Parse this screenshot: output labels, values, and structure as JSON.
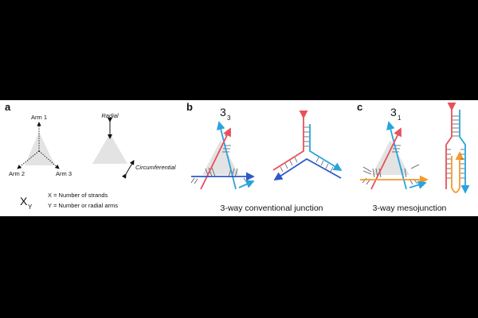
{
  "panels": {
    "a": {
      "letter": "a",
      "arm1": "Arm 1",
      "arm2": "Arm 2",
      "arm3": "Arm 3",
      "radial": "Radial",
      "circumferential": "Circumferential",
      "notation_main": "X",
      "notation_sub": "Y",
      "legend_x": "X = Number of strands",
      "legend_y": "Y = Number or radial arms"
    },
    "b": {
      "letter": "b",
      "notation_main": "3",
      "notation_sub": "3",
      "caption": "3-way conventional junction"
    },
    "c": {
      "letter": "c",
      "notation_main": "3",
      "notation_sub": "1",
      "caption": "3-way mesojunction"
    }
  },
  "colors": {
    "red": "#e8505b",
    "blue": "#29a3dc",
    "dark_blue": "#2e57c9",
    "orange": "#f39a2b",
    "gray": "#e3e3e3",
    "background": "#000000"
  }
}
